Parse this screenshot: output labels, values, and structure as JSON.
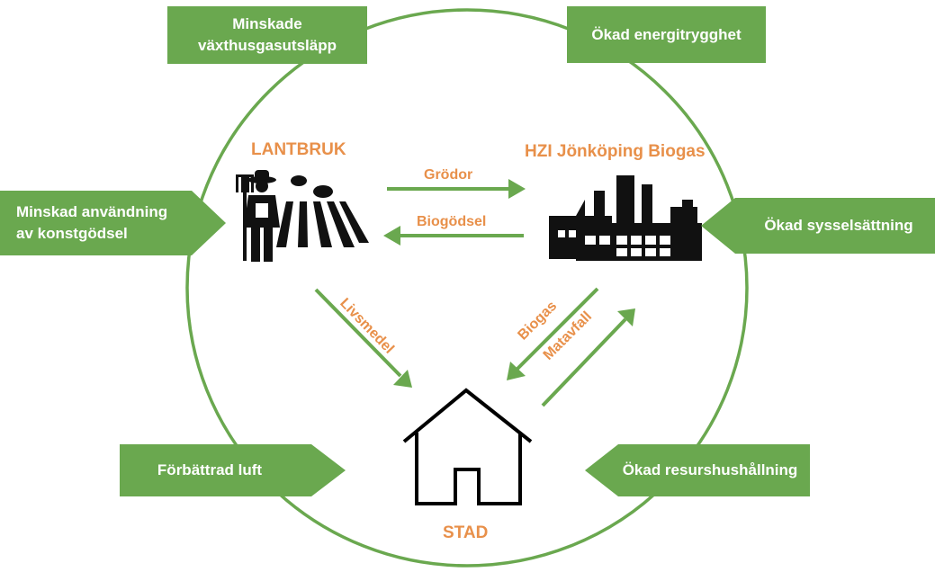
{
  "nodes": {
    "farm": "LANTBRUK",
    "plant": "HZI Jönköping Biogas",
    "city": "STAD"
  },
  "flows": {
    "crops": "Grödor",
    "digestate": "Biogödsel",
    "food": "Livsmedel",
    "biogas": "Biogas",
    "food_waste": "Matavfall"
  },
  "benefits": {
    "emissions_line1": "Minskade",
    "emissions_line2": "växthusgasutsläpp",
    "energy_security": "Ökad energitrygghet",
    "fertilizer_line1": "Minskad användning",
    "fertilizer_line2": "av konstgödsel",
    "employment": "Ökad sysselsättning",
    "air": "Förbättrad luft",
    "resources": "Ökad resurshushållning"
  },
  "colors": {
    "green": "#6aa84f",
    "orange": "#e8904a",
    "black": "#000000"
  }
}
